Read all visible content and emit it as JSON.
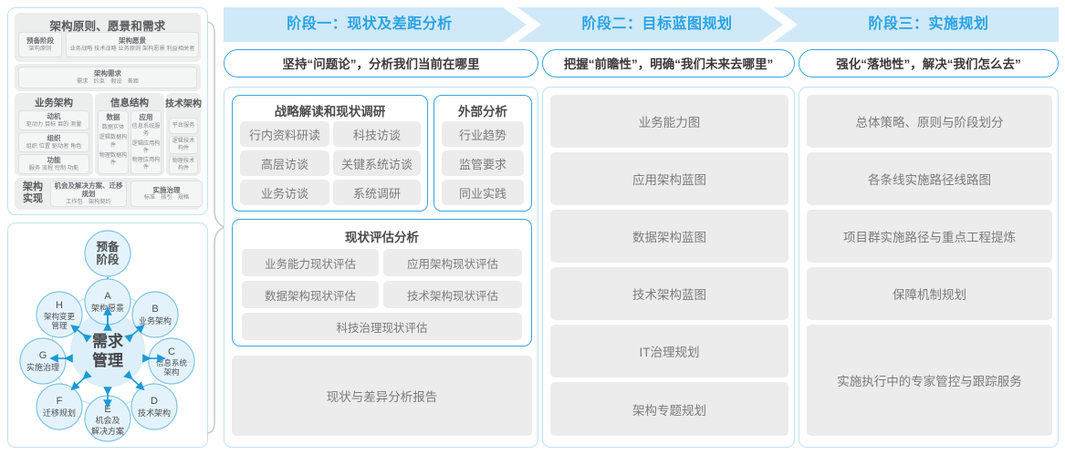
{
  "left_panel": {
    "togaf": {
      "title": "架构原则、愿景和需求",
      "row1": [
        {
          "head": "预备阶段",
          "body": "架构原则"
        },
        {
          "head": "架构愿景",
          "body": "业务战略 技术战略 业务原则 架构愿景 利益相关者"
        }
      ],
      "row2": {
        "head": "架构需求",
        "body": "需求　约束　假设　差距"
      },
      "columns": [
        {
          "header": "业务架构",
          "groups": [
            {
              "head": "动机",
              "body": "驱动力 目标 目的 测量"
            },
            {
              "head": "组织",
              "body": "组织 位置 驱动者 角色"
            },
            {
              "head": "功能",
              "body": "服务 流程 控制 功能"
            }
          ]
        },
        {
          "header": "信息结构",
          "subcolumns": [
            {
              "head": "数据",
              "items": [
                "数据实体",
                "逻辑数据构件",
                "物理数据构件"
              ]
            },
            {
              "head": "应用",
              "items": [
                "信息系统服务",
                "逻辑应用构件",
                "物理应用构件"
              ]
            }
          ]
        },
        {
          "header": "技术架构",
          "items": [
            "平台服务",
            "逻辑技术构件",
            "物理技术构件"
          ]
        }
      ],
      "bottom": {
        "label": "架构实现",
        "cells": [
          {
            "head": "机会及解决方案、迁移规划",
            "body": "工作包　架构契约"
          },
          {
            "head": "实施治理",
            "body": "标准　指引　规格"
          }
        ]
      }
    },
    "cycle": {
      "top_node": "预备阶段",
      "center": "需求管理",
      "nodes": [
        {
          "key": "A",
          "label": "架构愿景"
        },
        {
          "key": "B",
          "label": "业务架构"
        },
        {
          "key": "C",
          "label": "信息系统架构"
        },
        {
          "key": "D",
          "label": "技术架构"
        },
        {
          "key": "E",
          "label": "机会及解决方案"
        },
        {
          "key": "F",
          "label": "迁移规划"
        },
        {
          "key": "G",
          "label": "实施治理"
        },
        {
          "key": "H",
          "label": "架构变更管理"
        }
      ]
    }
  },
  "phases": [
    {
      "banner": "阶段一：现状及差距分析",
      "subtitle": "坚持“问题论”，分析我们当前在哪里",
      "cards": [
        {
          "title": "战略解读和现状调研",
          "items": [
            "行内资料研读",
            "科技访谈",
            "高层访谈",
            "关键系统访谈",
            "业务访谈",
            "系统调研"
          ]
        },
        {
          "title": "外部分析",
          "items": [
            "行业趋势",
            "监管要求",
            "同业实践"
          ]
        },
        {
          "title": "现状评估分析",
          "items": [
            "业务能力现状评估",
            "应用架构现状评估",
            "数据架构现状评估",
            "技术架构现状评估",
            "科技治理现状评估"
          ]
        }
      ],
      "report": "现状与差异分析报告"
    },
    {
      "banner": "阶段二：目标蓝图规划",
      "subtitle": "把握“前瞻性”，明确“我们未来去哪里”",
      "items": [
        "业务能力图",
        "应用架构蓝图",
        "数据架构蓝图",
        "技术架构蓝图",
        "IT治理规划",
        "架构专题规划"
      ]
    },
    {
      "banner": "阶段三：实施规划",
      "subtitle": "强化“落地性”，解决“我们怎么去”",
      "items": [
        "总体策略、原则与阶段划分",
        "各条线实施路径线路图",
        "项目群实施路径与重点工程提炼",
        "保障机制规划",
        "实施执行中的专家管控与跟踪服务"
      ]
    }
  ],
  "colors": {
    "banner_bg": "#cfe9f8",
    "banner_text": "#2aa3e4",
    "accent_border": "#35a8e0",
    "panel_border": "#bfe2f4",
    "pill_bg": "#ececec",
    "pill_text": "#7b7c7e",
    "node_fill": "#e4f3fb",
    "node_stroke": "#7fc4e5",
    "arrow": "#1b9ad6"
  }
}
